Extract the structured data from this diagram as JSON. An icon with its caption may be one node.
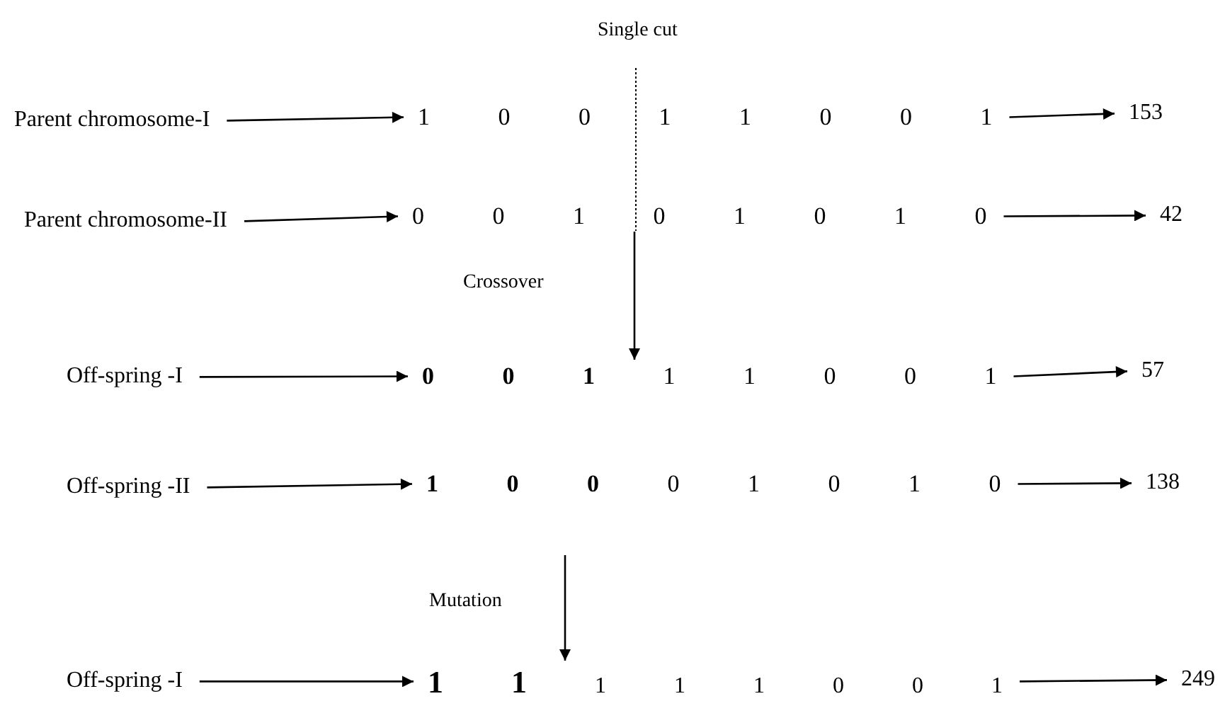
{
  "diagram": {
    "nodes": [
      {
        "text": [
          "Parent chromosome-I"
        ]
      },
      {
        "text": [
          "1 0 0 1 1 0 0 1"
        ]
      },
      {
        "text": [
          "153"
        ]
      },
      {
        "text": [
          "Parent chromosome-II"
        ]
      },
      {
        "text": [
          "0 0 1 0 1 0 1 0"
        ]
      },
      {
        "text": [
          "42"
        ]
      },
      {
        "text": [
          "Off-spring -I"
        ]
      },
      {
        "text": [
          "**0 0 1** 1 1 0 0 1"
        ]
      },
      {
        "text": [
          "57"
        ]
      },
      {
        "text": [
          "Off-spring -II"
        ]
      },
      {
        "text": [
          "**1 0 0** 0 1 0 1 0"
        ]
      },
      {
        "text": [
          "138"
        ]
      },
      {
        "text": [
          "Off-spring -I"
        ]
      },
      {
        "text": [
          "**1** **1** 1 1 1 0 0 1"
        ]
      },
      {
        "text": [
          "249"
        ]
      }
    ],
    "edges": [
      {
        "from": 0,
        "to": 1,
        "arrow": "to"
      },
      {
        "from": 1,
        "to": 2,
        "arrow": "to"
      },
      {
        "from": 3,
        "to": 4,
        "arrow": "to"
      },
      {
        "from": 4,
        "to": 5,
        "arrow": "to"
      },
      {
        "from": 4,
        "to": 7,
        "arrow": "to",
        "label": "Crossover"
      },
      {
        "from": 6,
        "to": 7,
        "arrow": "to"
      },
      {
        "from": 7,
        "to": 8,
        "arrow": "to"
      },
      {
        "from": 9,
        "to": 10,
        "arrow": "to"
      },
      {
        "from": 10,
        "to": 11,
        "arrow": "to"
      },
      {
        "from": null,
        "to": 13,
        "arrow": "to",
        "label": "Mutation"
      },
      {
        "from": 12,
        "to": 13,
        "arrow": "to"
      },
      {
        "from": 13,
        "to": 14,
        "arrow": "to"
      }
    ],
    "labels": [
      "Single cut"
    ]
  }
}
